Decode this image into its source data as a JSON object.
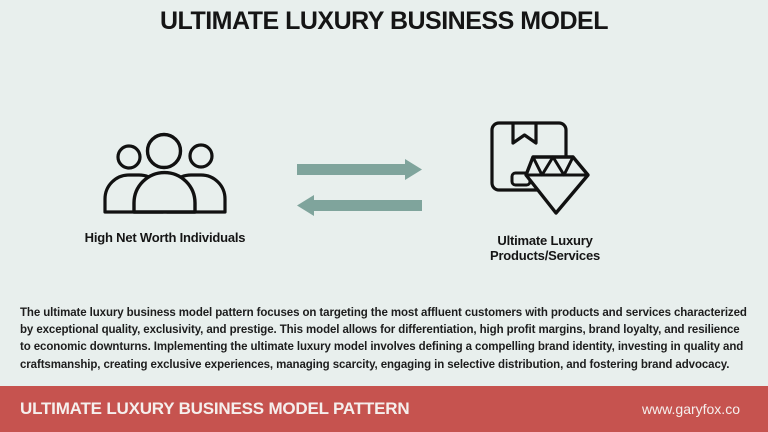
{
  "title": "ULTIMATE LUXURY BUSINESS MODEL",
  "flow": {
    "source": {
      "icon": "people-group-icon",
      "label": "High Net Worth Individuals"
    },
    "exchange": {
      "icons": [
        "arrow-right-icon",
        "arrow-left-icon"
      ]
    },
    "target": {
      "icon": "package-diamond-icon",
      "label_line1": "Ultimate Luxury",
      "label_line2": "Products/Services"
    }
  },
  "description": "The ultimate luxury business model pattern focuses on targeting the most affluent customers with products and services characterized by exceptional quality, exclusivity, and prestige. This model allows for differentiation, high profit margins, brand loyalty, and resilience to economic downturns. Implementing the ultimate luxury model involves defining a compelling brand identity, investing in quality and craftsmanship, creating exclusive experiences, managing scarcity, engaging in selective distribution, and fostering brand advocacy.",
  "footer": {
    "title": "ULTIMATE LUXURY BUSINESS MODEL PATTERN",
    "website": "www.garyfox.co"
  },
  "colors": {
    "background": "#e8efed",
    "accent_red": "#c6534f",
    "arrow_green": "#7fa49c",
    "text_dark": "#151515",
    "footer_text": "#f5efed"
  }
}
